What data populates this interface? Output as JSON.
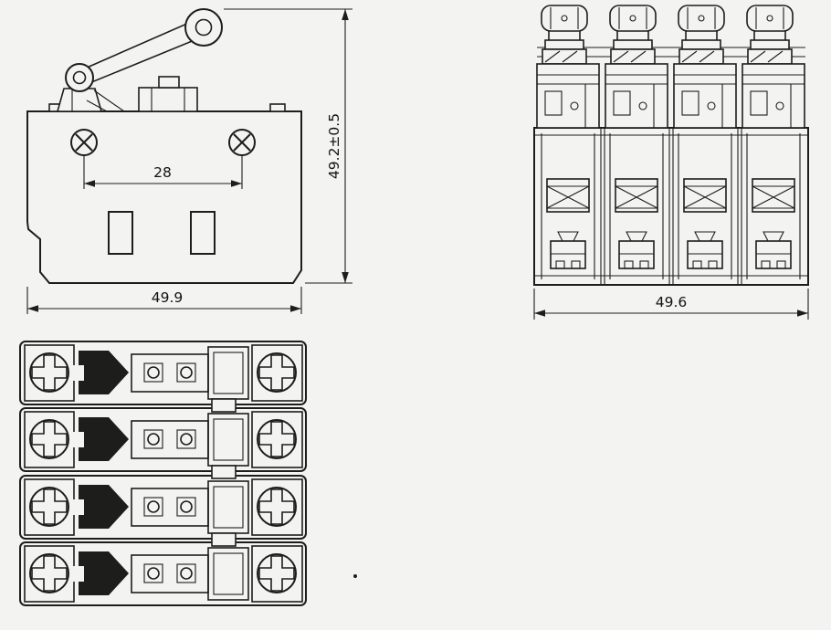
{
  "colors": {
    "background": "#f3f3f1",
    "line": "#1d1d1b"
  },
  "views": {
    "front": {
      "dim_screw_spacing": "28",
      "dim_height": "49.2±0.5",
      "dim_width": "49.9"
    },
    "side": {
      "dim_width": "49.6"
    }
  }
}
